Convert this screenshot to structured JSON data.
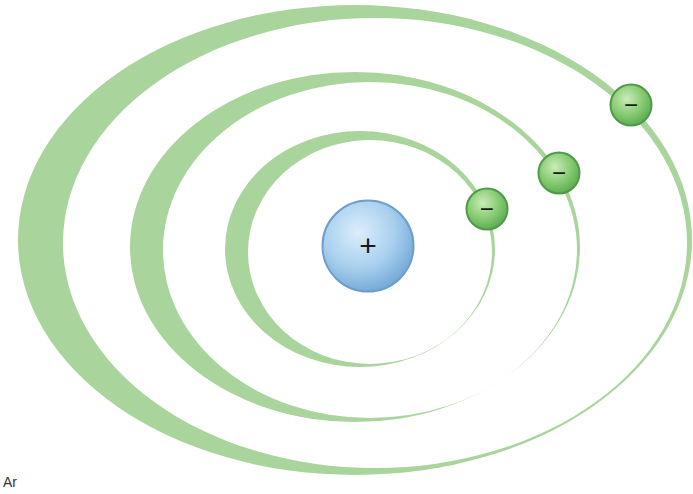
{
  "diagram": {
    "nodes": [
      {
        "text": [
          "+"
        ]
      },
      {
        "text": [
          "−"
        ]
      },
      {
        "text": [
          "−"
        ]
      },
      {
        "text": [
          "−"
        ]
      }
    ],
    "labels": [
      "Ar"
    ]
  }
}
